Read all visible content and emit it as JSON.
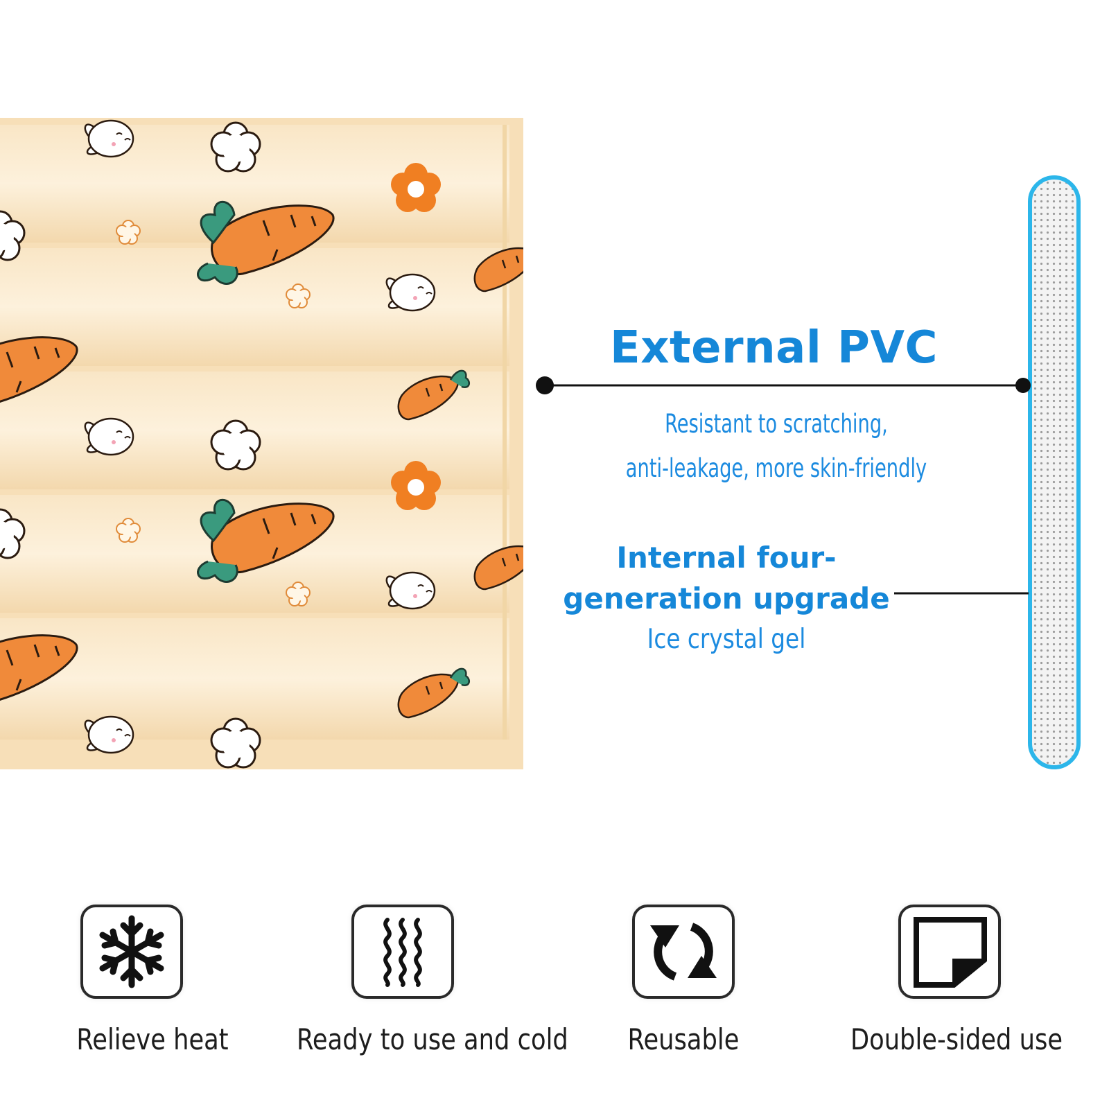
{
  "callouts": {
    "external": {
      "title": "External PVC",
      "desc_line1": "Resistant to scratching,",
      "desc_line2": "anti-leakage, more skin-friendly"
    },
    "internal": {
      "title_line1": "Internal four-",
      "title_line2": "generation upgrade",
      "desc": "Ice crystal gel"
    }
  },
  "features": [
    {
      "label": "Relieve heat",
      "icon": "snowflake-icon"
    },
    {
      "label": "Ready to use and cold",
      "icon": "heat-waves-icon"
    },
    {
      "label": "Reusable",
      "icon": "recycle-arrows-icon"
    },
    {
      "label": "Double-sided use",
      "icon": "double-sided-icon"
    }
  ],
  "colors": {
    "accent_blue": "#1587d8",
    "section_outline": "#2cb6ea",
    "pad_base": "#f7dfb8",
    "carrot": "#f08a3a",
    "leaf": "#3a9a7e",
    "flower_orange": "#f07f22"
  }
}
